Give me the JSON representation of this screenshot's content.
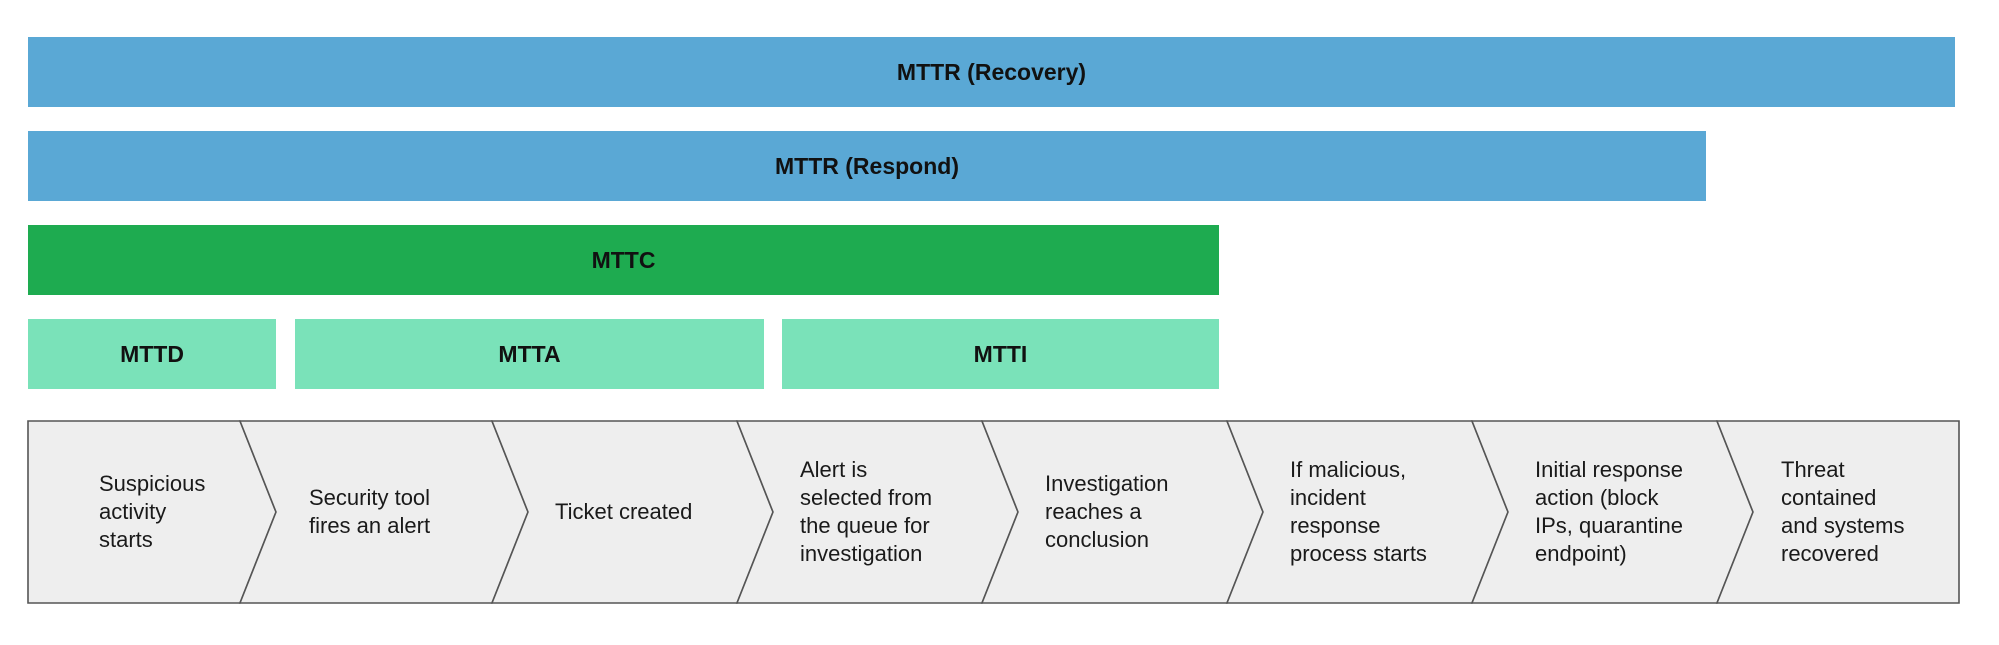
{
  "colors": {
    "mttr_bar": "#5aa8d5",
    "mttc_bar": "#1eab50",
    "sub_bar": "#7ae2b9",
    "step_fill": "#eeeeee",
    "step_stroke": "#555555"
  },
  "bars": {
    "recovery": "MTTR (Recovery)",
    "respond": "MTTR (Respond)",
    "mttc": "MTTC",
    "mttd": "MTTD",
    "mtta": "MTTA",
    "mtti": "MTTI"
  },
  "steps": [
    "Suspicious\nactivity\nstarts",
    "Security tool\nfires an alert",
    "Ticket created",
    "Alert is\nselected from\nthe queue for\ninvestigation",
    "Investigation\nreaches a\nconclusion",
    "If malicious,\nincident\nresponse\nprocess starts",
    "Initial response\naction (block\nIPs, quarantine\nendpoint)",
    "Threat\ncontained\nand systems\nrecovered"
  ]
}
